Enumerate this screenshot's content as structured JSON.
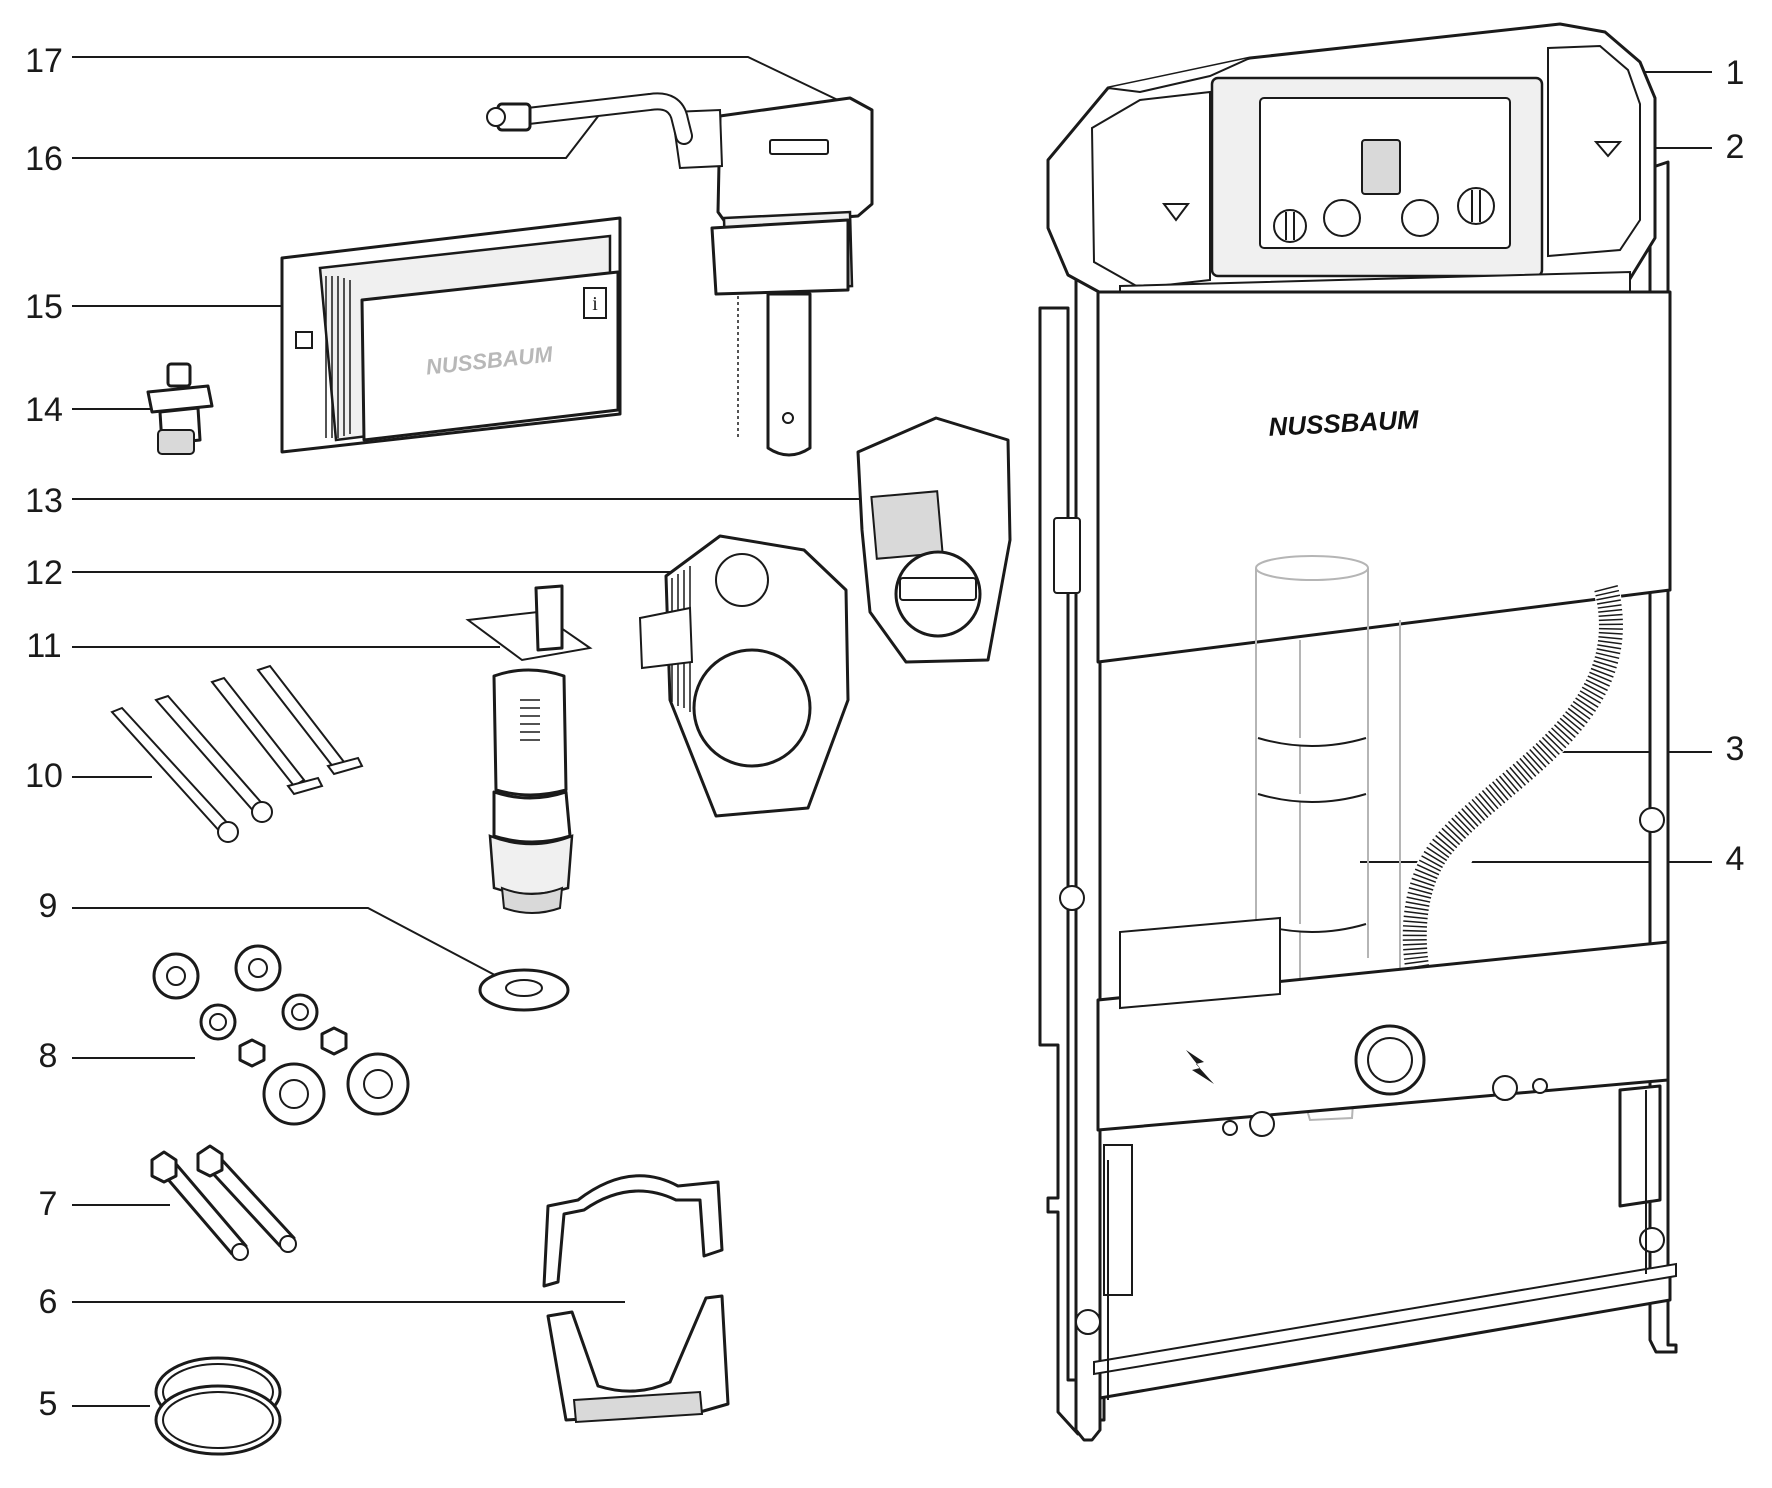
{
  "figure": {
    "frame_brand": "NUSSBAUM",
    "cover_brand": "NUSSBAUM",
    "info_label": "i"
  },
  "callouts": [
    {
      "number": "1",
      "part": "cistern"
    },
    {
      "number": "2",
      "part": "inspection-opening"
    },
    {
      "number": "3",
      "part": "flush-pipe-hose"
    },
    {
      "number": "4",
      "part": "drain-pipe"
    },
    {
      "number": "5",
      "part": "sealing-rings"
    },
    {
      "number": "6",
      "part": "pipe-clamp"
    },
    {
      "number": "7",
      "part": "threaded-rods"
    },
    {
      "number": "8",
      "part": "fixing-set"
    },
    {
      "number": "9",
      "part": "washer-disc"
    },
    {
      "number": "10",
      "part": "fixing-screws"
    },
    {
      "number": "11",
      "part": "flush-valve"
    },
    {
      "number": "12",
      "part": "protective-frame"
    },
    {
      "number": "13",
      "part": "cover-plate"
    },
    {
      "number": "14",
      "part": "angle-valve"
    },
    {
      "number": "15",
      "part": "construction-protection-cover"
    },
    {
      "number": "16",
      "part": "connection-hose"
    },
    {
      "number": "17",
      "part": "fill-valve"
    }
  ]
}
